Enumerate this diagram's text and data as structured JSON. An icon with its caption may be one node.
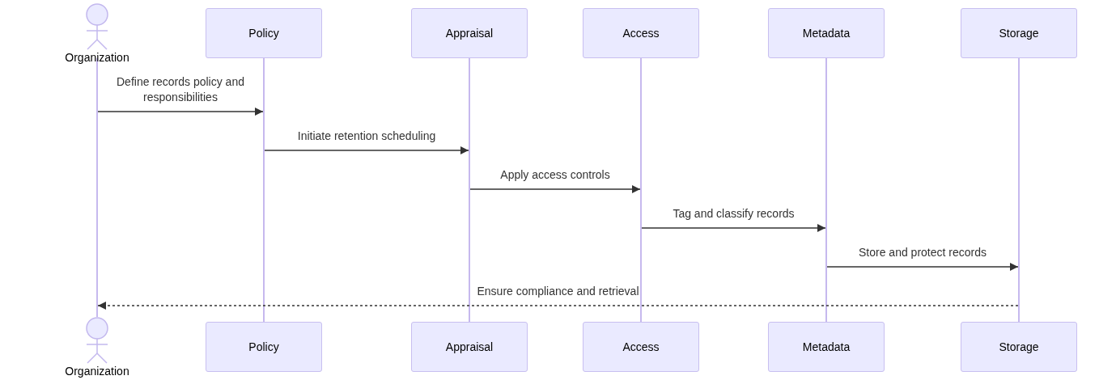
{
  "diagram": {
    "nodes": [
      {
        "text": [
          "Organization"
        ]
      },
      {
        "text": [
          "Policy"
        ]
      },
      {
        "text": [
          "Appraisal"
        ]
      },
      {
        "text": [
          "Access"
        ]
      },
      {
        "text": [
          "Metadata"
        ]
      },
      {
        "text": [
          "Storage"
        ]
      },
      {
        "text": [
          "Organization"
        ]
      },
      {
        "text": [
          "Policy"
        ]
      },
      {
        "text": [
          "Appraisal"
        ]
      },
      {
        "text": [
          "Access"
        ]
      },
      {
        "text": [
          "Metadata"
        ]
      },
      {
        "text": [
          "Storage"
        ]
      },
      {
        "text": [],
        "shape": "bar"
      },
      {
        "text": [],
        "shape": "bar"
      },
      {
        "text": [],
        "shape": "bar"
      },
      {
        "text": [],
        "shape": "bar"
      },
      {
        "text": [],
        "shape": "bar"
      },
      {
        "text": [],
        "shape": "bar"
      }
    ],
    "edges": [
      {
        "from": 12,
        "to": 13,
        "arrow": "to",
        "label": "Define records policy and responsibilities"
      },
      {
        "from": 13,
        "to": 14,
        "arrow": "to",
        "label": "Initiate retention scheduling"
      },
      {
        "from": 14,
        "to": 15,
        "arrow": "to",
        "label": "Apply access controls"
      },
      {
        "from": 15,
        "to": 16,
        "arrow": "to",
        "label": "Tag and classify records"
      },
      {
        "from": 16,
        "to": 17,
        "arrow": "to",
        "label": "Store and protect records"
      },
      {
        "from": 17,
        "to": 12,
        "arrow": "to",
        "label": "Ensure compliance and retrieval",
        "style": "dashed"
      }
    ]
  }
}
